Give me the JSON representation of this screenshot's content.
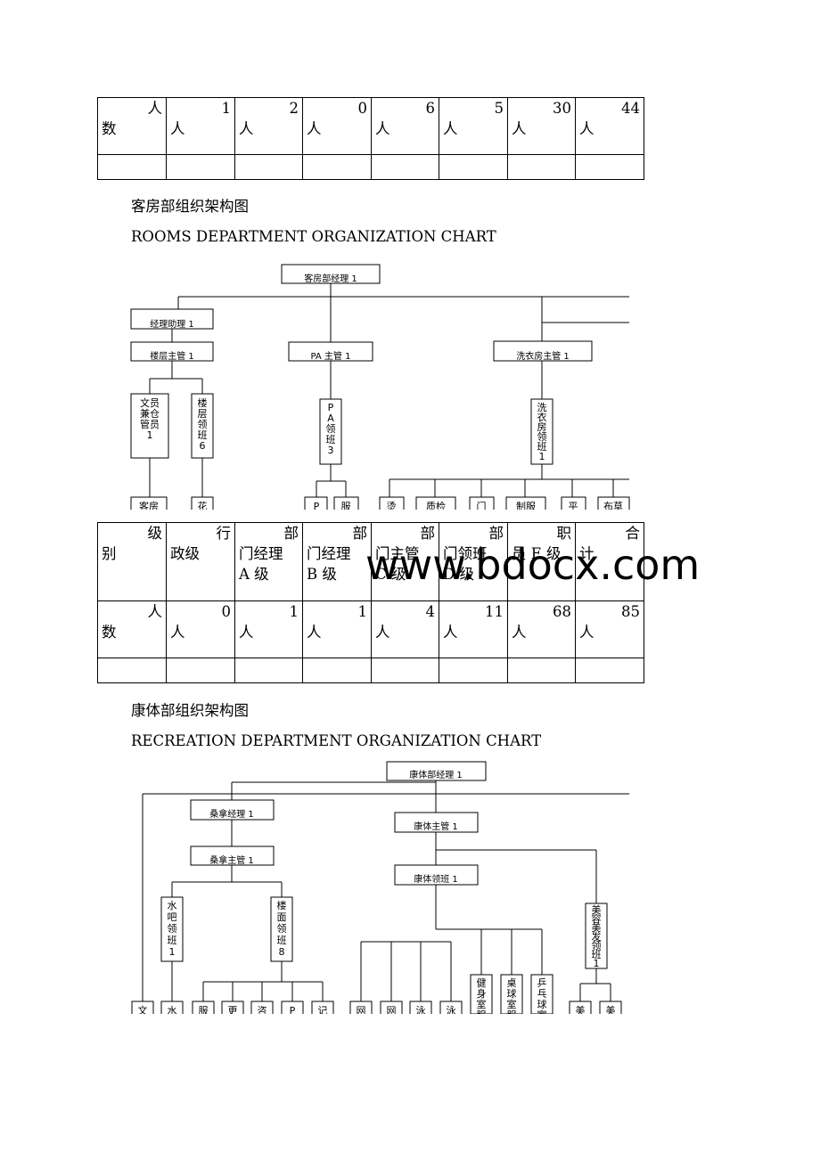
{
  "table1": {
    "row_count": [
      {
        "top": "人",
        "bottom": "数"
      },
      {
        "top": "1",
        "bottom": "人"
      },
      {
        "top": "2",
        "bottom": "人"
      },
      {
        "top": "0",
        "bottom": "人"
      },
      {
        "top": "6",
        "bottom": "人"
      },
      {
        "top": "5",
        "bottom": "人"
      },
      {
        "top": "30",
        "bottom": "人"
      },
      {
        "top": "44",
        "bottom": "人"
      }
    ]
  },
  "rooms": {
    "title_cn": "客房部组织架构图",
    "title_en": "ROOMS DEPARTMENT ORGANIZATION CHART",
    "nodes": {
      "manager": "客房部经理 1",
      "asst_manager": "经理助理 1",
      "floor_supervisor": "楼层主管 1",
      "pa_supervisor": "PA 主管 1",
      "laundry_supervisor": "洗衣房主管 1",
      "clerk": [
        "文员",
        "兼仓",
        "管员",
        "1"
      ],
      "floor_captain": [
        "楼",
        "层",
        "领",
        "班",
        "6"
      ],
      "pa_captain": [
        "P",
        "A",
        "领",
        "班",
        "3"
      ],
      "laundry_captain": [
        "洗",
        "衣",
        "房",
        "领",
        "班",
        "1"
      ],
      "bottom": [
        "客房",
        "花",
        "P",
        "服",
        "烫",
        "质检",
        "门",
        "制服",
        "平",
        "布草"
      ]
    }
  },
  "table2": {
    "header": [
      {
        "top": "级",
        "bottom": "别"
      },
      {
        "top": "行",
        "bottom": "政级"
      },
      {
        "top": "部",
        "lines": [
          "门经理",
          "A 级"
        ]
      },
      {
        "top": "部",
        "lines": [
          "门经理",
          "B 级"
        ]
      },
      {
        "top": "部",
        "lines": [
          "门主管",
          "C 级"
        ]
      },
      {
        "top": "部",
        "lines": [
          "门领班",
          "D 级"
        ]
      },
      {
        "top": "职",
        "bottom": "员 E 级"
      },
      {
        "top": "合",
        "bottom": "计"
      }
    ],
    "row_count": [
      {
        "top": "人",
        "bottom": "数"
      },
      {
        "top": "0",
        "bottom": "人"
      },
      {
        "top": "1",
        "bottom": "人"
      },
      {
        "top": "1",
        "bottom": "人"
      },
      {
        "top": "4",
        "bottom": "人"
      },
      {
        "top": "11",
        "bottom": "人"
      },
      {
        "top": "68",
        "bottom": "人"
      },
      {
        "top": "85",
        "bottom": "人"
      }
    ]
  },
  "watermark": "www.bdocx.com",
  "recreation": {
    "title_cn": "康体部组织架构图",
    "title_en": "RECREATION DEPARTMENT ORGANIZATION CHART",
    "nodes": {
      "manager": "康体部经理 1",
      "sauna_manager": "桑拿经理 1",
      "recreation_supervisor": "康体主管 1",
      "sauna_supervisor": "桑拿主管 1",
      "recreation_captain": "康体领班 1",
      "bar_captain": [
        "水",
        "吧",
        "领",
        "班",
        "1"
      ],
      "floor_captain": [
        "楼",
        "面",
        "领",
        "班",
        "8"
      ],
      "beauty_captain": [
        "美",
        "容",
        "美",
        "发",
        "领",
        "班",
        "1"
      ],
      "gym": [
        "健",
        "身",
        "室",
        "服"
      ],
      "billiards": [
        "桌",
        "球",
        "室",
        "服"
      ],
      "pingpong": [
        "乒",
        "乓",
        "球",
        "室"
      ],
      "bottom": [
        "文",
        "水",
        "服",
        "更",
        "咨",
        "P",
        "记",
        "网",
        "网",
        "泳",
        "泳",
        "美",
        "美"
      ]
    }
  }
}
